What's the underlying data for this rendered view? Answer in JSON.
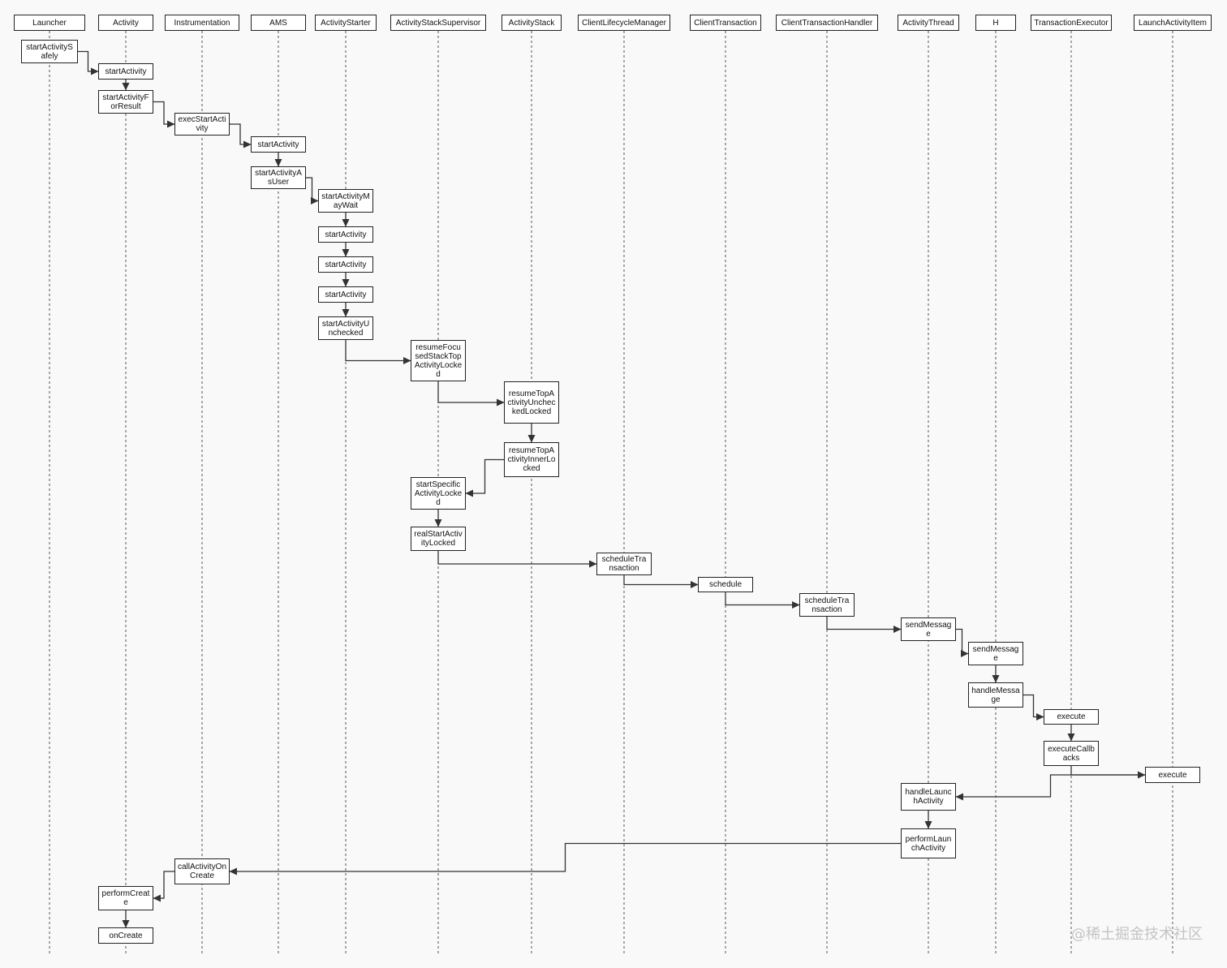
{
  "participants": [
    {
      "id": "launcher",
      "label": "Launcher"
    },
    {
      "id": "activity",
      "label": "Activity"
    },
    {
      "id": "instrumentation",
      "label": "Instrumentation"
    },
    {
      "id": "ams",
      "label": "AMS"
    },
    {
      "id": "activitystarter",
      "label": "ActivityStarter"
    },
    {
      "id": "activitystacksupervisor",
      "label": "ActivityStackSupervisor"
    },
    {
      "id": "activitystack",
      "label": "ActivityStack"
    },
    {
      "id": "clientlifecyclemanager",
      "label": "ClientLifecycleManager"
    },
    {
      "id": "clienttransaction",
      "label": "ClientTransaction"
    },
    {
      "id": "clienttransactionhandler",
      "label": "ClientTransactionHandler"
    },
    {
      "id": "activitythread",
      "label": "ActivityThread"
    },
    {
      "id": "h",
      "label": "H"
    },
    {
      "id": "transactionexecutor",
      "label": "TransactionExecutor"
    },
    {
      "id": "launchactivityitem",
      "label": "LaunchActivityItem"
    }
  ],
  "calls": [
    {
      "id": "c1",
      "lane": "launcher",
      "label": "startActivitySafely"
    },
    {
      "id": "c2",
      "lane": "activity",
      "label": "startActivity"
    },
    {
      "id": "c3",
      "lane": "activity",
      "label": "startActivityForResult"
    },
    {
      "id": "c4",
      "lane": "instrumentation",
      "label": "execStartActivity"
    },
    {
      "id": "c5",
      "lane": "ams",
      "label": "startActivity"
    },
    {
      "id": "c6",
      "lane": "ams",
      "label": "startActivityAsUser"
    },
    {
      "id": "c7",
      "lane": "activitystarter",
      "label": "startActivityMayWait"
    },
    {
      "id": "c8",
      "lane": "activitystarter",
      "label": "startActivity"
    },
    {
      "id": "c9",
      "lane": "activitystarter",
      "label": "startActivity"
    },
    {
      "id": "c10",
      "lane": "activitystarter",
      "label": "startActivity"
    },
    {
      "id": "c11",
      "lane": "activitystarter",
      "label": "startActivityUnchecked"
    },
    {
      "id": "c12",
      "lane": "activitystacksupervisor",
      "label": "resumeFocusedStackTopActivityLocked"
    },
    {
      "id": "c13",
      "lane": "activitystack",
      "label": "resumeTopActivityUncheckedLocked"
    },
    {
      "id": "c14",
      "lane": "activitystack",
      "label": "resumeTopActivityInnerLocked"
    },
    {
      "id": "c15",
      "lane": "activitystacksupervisor",
      "label": "startSpecificActivityLocked"
    },
    {
      "id": "c16",
      "lane": "activitystacksupervisor",
      "label": "realStartActivityLocked"
    },
    {
      "id": "c17",
      "lane": "clientlifecyclemanager",
      "label": "scheduleTransaction"
    },
    {
      "id": "c18",
      "lane": "clienttransaction",
      "label": "schedule"
    },
    {
      "id": "c19",
      "lane": "clienttransactionhandler",
      "label": "scheduleTransaction"
    },
    {
      "id": "c20",
      "lane": "activitythread",
      "label": "sendMessage"
    },
    {
      "id": "c21",
      "lane": "h",
      "label": "sendMessage"
    },
    {
      "id": "c22",
      "lane": "h",
      "label": "handleMessage"
    },
    {
      "id": "c23",
      "lane": "transactionexecutor",
      "label": "execute"
    },
    {
      "id": "c24",
      "lane": "transactionexecutor",
      "label": "executeCallbacks"
    },
    {
      "id": "c25",
      "lane": "launchactivityitem",
      "label": "execute"
    },
    {
      "id": "c26",
      "lane": "activitythread",
      "label": "handleLaunchActivity"
    },
    {
      "id": "c27",
      "lane": "activitythread",
      "label": "performLaunchActivity"
    },
    {
      "id": "c28",
      "lane": "instrumentation",
      "label": "callActivityOnCreate"
    },
    {
      "id": "c29",
      "lane": "activity",
      "label": "performCreate"
    },
    {
      "id": "c30",
      "lane": "activity",
      "label": "onCreate"
    }
  ],
  "messages": [
    [
      "c1",
      "c2"
    ],
    [
      "c2",
      "c3"
    ],
    [
      "c3",
      "c4"
    ],
    [
      "c4",
      "c5"
    ],
    [
      "c5",
      "c6"
    ],
    [
      "c6",
      "c7"
    ],
    [
      "c7",
      "c8"
    ],
    [
      "c8",
      "c9"
    ],
    [
      "c9",
      "c10"
    ],
    [
      "c10",
      "c11"
    ],
    [
      "c11",
      "c12"
    ],
    [
      "c12",
      "c13"
    ],
    [
      "c13",
      "c14"
    ],
    [
      "c14",
      "c15"
    ],
    [
      "c15",
      "c16"
    ],
    [
      "c16",
      "c17"
    ],
    [
      "c17",
      "c18"
    ],
    [
      "c18",
      "c19"
    ],
    [
      "c19",
      "c20"
    ],
    [
      "c20",
      "c21"
    ],
    [
      "c21",
      "c22"
    ],
    [
      "c22",
      "c23"
    ],
    [
      "c23",
      "c24"
    ],
    [
      "c24",
      "c25"
    ],
    [
      "c25",
      "c26"
    ],
    [
      "c26",
      "c27"
    ],
    [
      "c27",
      "c28"
    ],
    [
      "c28",
      "c29"
    ],
    [
      "c29",
      "c30"
    ]
  ],
  "watermark": "@稀土掘金技术社区",
  "colors": {
    "line": "#333333",
    "lifeline": "#555555",
    "box_border": "#222222",
    "background": "#f9f9f9"
  }
}
